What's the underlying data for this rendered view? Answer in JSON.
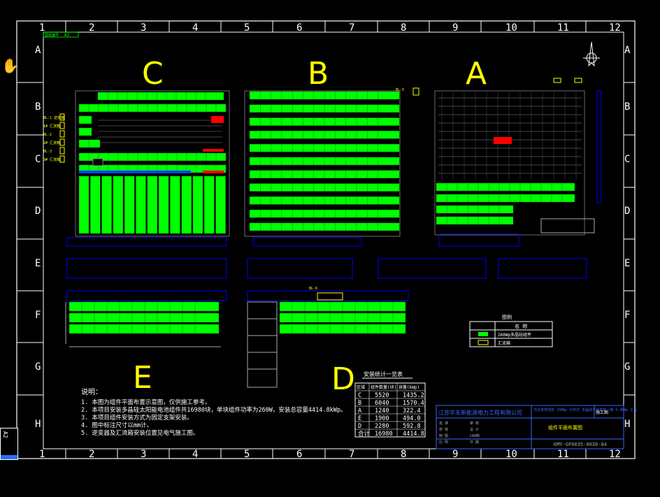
{
  "colors": {
    "background": "#000000",
    "frame": "#ffffff",
    "panel": "#00ff00",
    "panel_dark": "#008800",
    "label": "#ffff00",
    "outline": "#0000ff",
    "alert": "#ff0000",
    "title_block": "#3a66ff"
  },
  "grid": {
    "columns": [
      "1",
      "2",
      "3",
      "4",
      "5",
      "6",
      "7",
      "8",
      "9",
      "10",
      "11",
      "12"
    ],
    "rows": [
      "A",
      "B",
      "C",
      "D",
      "E",
      "F",
      "G",
      "H"
    ]
  },
  "sheet_tag": {
    "left": "图纸编号",
    "right": "A2"
  },
  "areas": [
    {
      "label": "C"
    },
    {
      "label": "B"
    },
    {
      "label": "A"
    },
    {
      "label": "E"
    },
    {
      "label": "D"
    }
  ],
  "notes": {
    "heading": "说明：",
    "lines": [
      "1. 本图为组件平面布置示意图，仅供施工参考。",
      "2. 本项目安装多晶硅太阳能电池组件共16980块，单块组件功率为260W，安装总容量4414.8kWp。",
      "3. 本项目组件安装方式为固定支架安装。",
      "4. 图中标注尺寸以mm计。",
      "5. 逆变器及汇流箱安装位置见电气施工图。"
    ]
  },
  "summary_table": {
    "title": "安装统计一览表",
    "headers": [
      "区域",
      "组件数量(块)",
      "容量(kWp)"
    ],
    "rows": [
      [
        "C",
        "5520",
        "1435.2"
      ],
      [
        "B",
        "6040",
        "1570.4"
      ],
      [
        "A",
        "1240",
        "322.4"
      ],
      [
        "E",
        "1900",
        "494.0"
      ],
      [
        "D",
        "2280",
        "592.8"
      ],
      [
        "合计",
        "16980",
        "4414.8"
      ]
    ]
  },
  "legend": {
    "title": "图例",
    "header": "名 称",
    "items": [
      {
        "label": "260Wp多晶硅组件"
      },
      {
        "label": "汇流箱"
      }
    ]
  },
  "title_block": {
    "company": "江苏华东新能源电力工程有限公司",
    "project": "光伏发电项目 15MWp 分布式 多晶硅光伏发电一期 4.4MWp 工程",
    "stage": "施工图",
    "drawing_name": "组件平面布置图",
    "drawing_no": "KMY-GF0035-0030-04",
    "fields": [
      "批 准",
      "审 核",
      "校 核",
      "设 计",
      "制 图",
      "CAD制",
      "比 例",
      "日 期"
    ]
  },
  "inverter_labels": [
    "BL-1 逆变器",
    "1# 汇流箱",
    "BL-2",
    "2# 汇流箱",
    "BL-3",
    "3# 汇流箱"
  ]
}
